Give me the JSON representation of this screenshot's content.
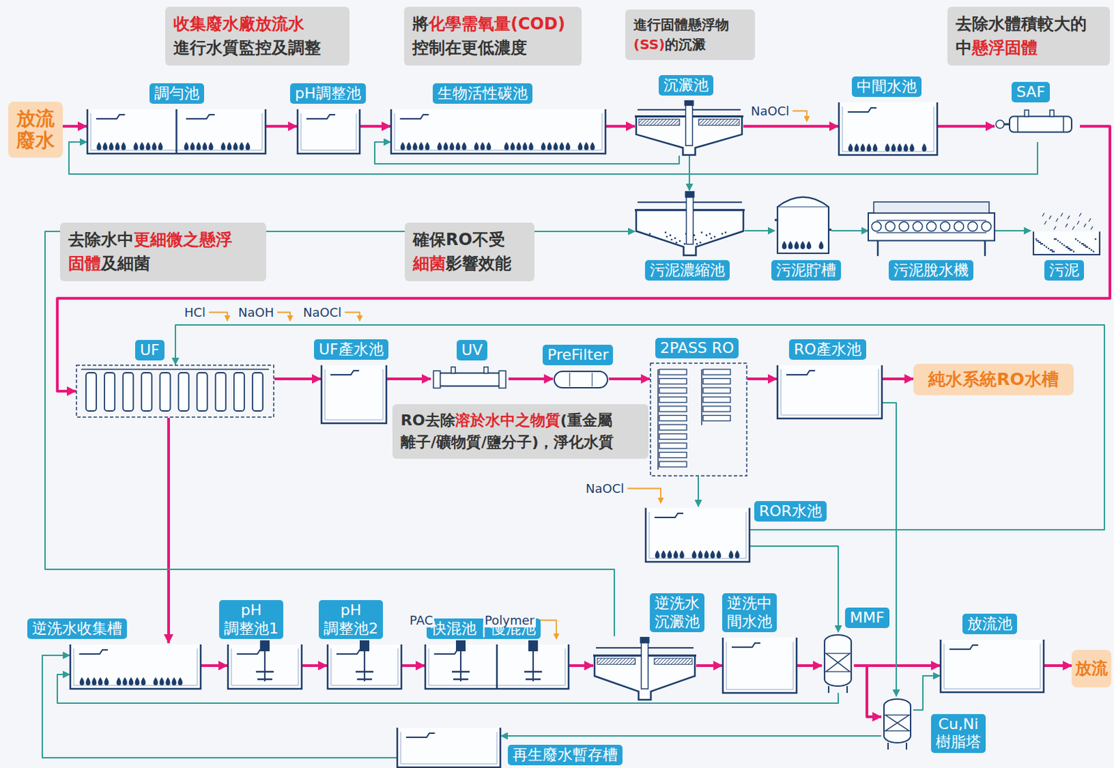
{
  "diagram": {
    "nodes": [
      {
        "text": [
          "放流廢水"
        ]
      },
      {
        "text": [
          "收集廢水廠放流水 進行水質監控及調整"
        ]
      },
      {
        "text": [
          "將化學需氧量(COD) 控制在更低濃度"
        ]
      },
      {
        "text": [
          "進行固體懸浮物 (SS)的沉澱"
        ]
      },
      {
        "text": [
          "去除水體積較大的 中懸浮固體"
        ]
      },
      {
        "text": [
          "調勻池"
        ]
      },
      {
        "text": [
          "pH調整池"
        ]
      },
      {
        "text": [
          "生物活性碳池"
        ]
      },
      {
        "text": [
          "沉澱池"
        ]
      },
      {
        "text": [
          "中間水池"
        ]
      },
      {
        "text": [
          "SAF"
        ]
      },
      {
        "text": [
          "去除水中更細微之懸浮 固體及細菌"
        ]
      },
      {
        "text": [
          "確保RO不受 細菌影響效能"
        ]
      },
      {
        "text": [
          "污泥濃縮池"
        ]
      },
      {
        "text": [
          "污泥貯槽"
        ]
      },
      {
        "text": [
          "污泥脫水機"
        ]
      },
      {
        "text": [
          "污泥"
        ]
      },
      {
        "text": [
          "UF"
        ]
      },
      {
        "text": [
          "UF產水池"
        ]
      },
      {
        "text": [
          "UV"
        ]
      },
      {
        "text": [
          "PreFilter"
        ]
      },
      {
        "text": [
          "2PASS RO"
        ]
      },
      {
        "text": [
          "RO產水池"
        ]
      },
      {
        "text": [
          "純水系統RO水槽"
        ]
      },
      {
        "text": [
          "RO去除溶於水中之物質(重金屬 離子/礦物質/鹽分子)，淨化水質"
        ]
      },
      {
        "text": [
          "ROR水池"
        ]
      },
      {
        "text": [
          "逆洗水收集槽"
        ]
      },
      {
        "text": [
          "pH 調整池1"
        ]
      },
      {
        "text": [
          "pH 調整池2"
        ]
      },
      {
        "text": [
          "快混池 | 慢混池"
        ]
      },
      {
        "text": [
          "逆洗水 沉澱池"
        ]
      },
      {
        "text": [
          "逆洗中 間水池"
        ]
      },
      {
        "text": [
          "MMF"
        ]
      },
      {
        "text": [
          "放流池"
        ]
      },
      {
        "text": [
          "放流"
        ]
      },
      {
        "text": [
          "Cu,Ni 樹脂塔"
        ]
      },
      {
        "text": [
          "再生廢水暫存槽"
        ]
      }
    ],
    "edges": [
      {
        "from": 0,
        "to": 5,
        "arrow": "to"
      },
      {
        "from": 5,
        "to": 6,
        "arrow": "to"
      },
      {
        "from": 6,
        "to": 7,
        "arrow": "to"
      },
      {
        "from": 7,
        "to": 8,
        "arrow": "to"
      },
      {
        "from": 8,
        "to": 9,
        "arrow": "to"
      },
      {
        "from": 9,
        "to": 10,
        "arrow": "to"
      },
      {
        "from": 10,
        "to": 17,
        "arrow": "to"
      },
      {
        "from": 17,
        "to": 18,
        "arrow": "to"
      },
      {
        "from": 18,
        "to": 19,
        "arrow": "to"
      },
      {
        "from": 19,
        "to": 20,
        "arrow": "to"
      },
      {
        "from": 20,
        "to": 21,
        "arrow": "to"
      },
      {
        "from": 21,
        "to": 22,
        "arrow": "to"
      },
      {
        "from": 22,
        "to": 23,
        "arrow": "to"
      },
      {
        "from": 21,
        "to": 25,
        "arrow": "to"
      },
      {
        "from": 17,
        "to": 26,
        "arrow": "to"
      },
      {
        "from": 26,
        "to": 27,
        "arrow": "to"
      },
      {
        "from": 27,
        "to": 28,
        "arrow": "to"
      },
      {
        "from": 28,
        "to": 29,
        "arrow": "to"
      },
      {
        "from": 29,
        "to": 30,
        "arrow": "to"
      },
      {
        "from": 30,
        "to": 31,
        "arrow": "to"
      },
      {
        "from": 31,
        "to": 32,
        "arrow": "to"
      },
      {
        "from": 32,
        "to": 33,
        "arrow": "to"
      },
      {
        "from": 33,
        "to": 34,
        "arrow": "to"
      },
      {
        "from": 32,
        "to": 35,
        "arrow": "to"
      },
      {
        "from": 35,
        "to": 33,
        "arrow": "to"
      },
      {
        "from": 25,
        "to": 32,
        "arrow": "to"
      },
      {
        "from": 22,
        "to": 35,
        "arrow": "to"
      },
      {
        "from": 8,
        "to": 13,
        "arrow": "to"
      },
      {
        "from": 13,
        "to": 14,
        "arrow": "to"
      },
      {
        "from": 14,
        "to": 15,
        "arrow": "to"
      },
      {
        "from": 15,
        "to": 16,
        "arrow": "to"
      },
      {
        "from": 10,
        "to": 5,
        "arrow": "to"
      },
      {
        "from": 8,
        "to": 7,
        "arrow": "to"
      },
      {
        "from": 30,
        "to": 13,
        "arrow": "to"
      },
      {
        "from": 25,
        "to": 17,
        "arrow": "to"
      },
      {
        "from": 32,
        "to": 26,
        "arrow": "to"
      },
      {
        "from": 35,
        "to": 36,
        "arrow": "to"
      },
      {
        "from": 36,
        "to": 26,
        "arrow": "to"
      }
    ],
    "labels": [
      "NaOCl",
      "HCl",
      "NaOH",
      "NaOCl",
      "NaOCl",
      "PAC",
      "Polymer"
    ]
  }
}
